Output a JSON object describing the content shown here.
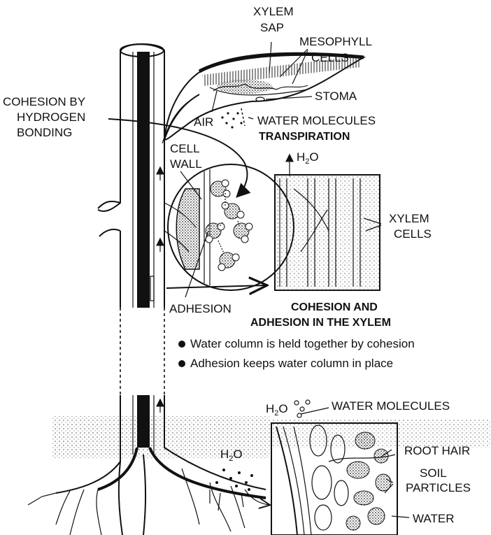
{
  "labels": {
    "xylem_sap_1": "XYLEM",
    "xylem_sap_2": "SAP",
    "mesophyll_1": "MESOPHYLL",
    "mesophyll_2": "CELLS",
    "stoma": "STOMA",
    "air": "AIR",
    "water_molecules_top": "WATER MOLECULES",
    "transpiration": "TRANSPIRATION",
    "cohesion_1": "COHESION BY",
    "cohesion_2": "HYDROGEN",
    "cohesion_3": "BONDING",
    "cell_wall_1": "CELL",
    "cell_wall_2": "WALL",
    "h2o_top": "H",
    "h2o_top_sub": "2",
    "h2o_top_o": "O",
    "xylem_cells_1": "XYLEM",
    "xylem_cells_2": "CELLS",
    "adhesion": "ADHESION",
    "section_title_1": "COHESION AND",
    "section_title_2": "ADHESION IN THE XYLEM",
    "bullet_1": "Water column is held together by cohesion",
    "bullet_2": "Adhesion keeps water column in place",
    "h2o_root": "H",
    "h2o_root_sub": "2",
    "h2o_root_o": "O",
    "water_molecules_root": "WATER MOLECULES",
    "root_hair": "ROOT HAIR",
    "soil_1": "SOIL",
    "soil_2": "PARTICLES",
    "water": "WATER",
    "h2o_soil": "H",
    "h2o_soil_sub": "2",
    "h2o_soil_o": "O"
  }
}
